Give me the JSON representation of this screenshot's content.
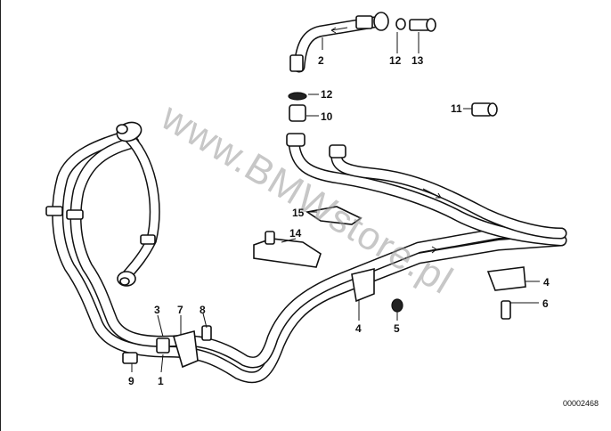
{
  "watermark": "www.BMWstore.pl",
  "catalog_number": "00002468",
  "callouts": {
    "c1": "1",
    "c2": "2",
    "c3": "3",
    "c4a": "4",
    "c4b": "4",
    "c5": "5",
    "c6": "6",
    "c7": "7",
    "c8": "8",
    "c9": "9",
    "c10": "10",
    "c11": "11",
    "c12a": "12",
    "c12b": "12",
    "c13": "13",
    "c14": "14",
    "c15": "15"
  }
}
